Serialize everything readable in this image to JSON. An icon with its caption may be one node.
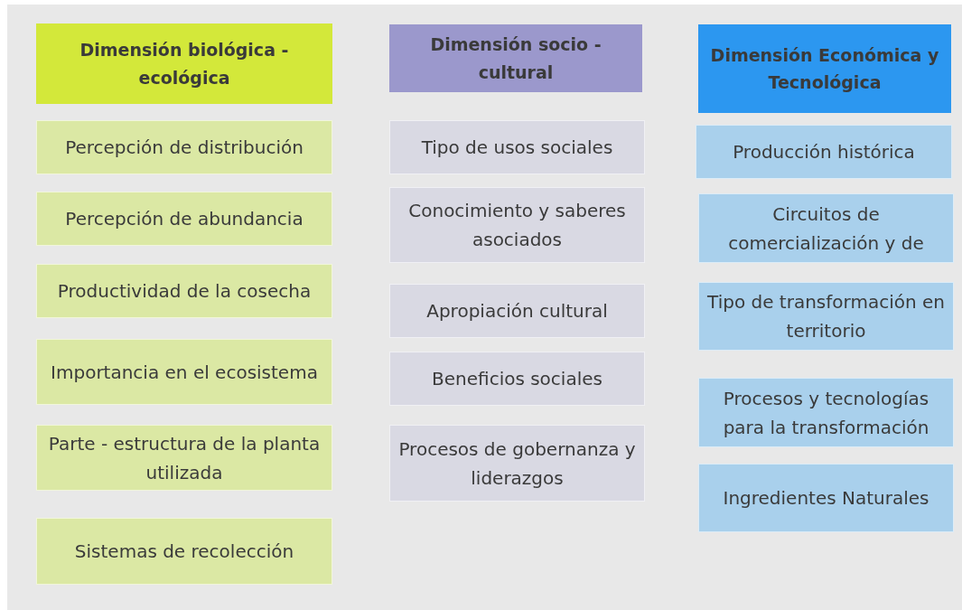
{
  "diagram": {
    "nodes": [
      {
        "text": [
          "Dimensión biológica - ecológica"
        ]
      },
      {
        "text": [
          "Percepción de distribución"
        ]
      },
      {
        "text": [
          "Percepción de abundancia"
        ]
      },
      {
        "text": [
          "Productividad de la cosecha"
        ]
      },
      {
        "text": [
          "Importancia en el ecosistema"
        ]
      },
      {
        "text": [
          "Parte - estructura de la planta utilizada"
        ]
      },
      {
        "text": [
          "Sistemas de recolección"
        ]
      },
      {
        "text": [
          "Dimensión socio - cultural"
        ]
      },
      {
        "text": [
          "Tipo de usos sociales"
        ]
      },
      {
        "text": [
          "Conocimiento y saberes asociados"
        ]
      },
      {
        "text": [
          "Apropiación cultural"
        ]
      },
      {
        "text": [
          "Beneficios sociales"
        ]
      },
      {
        "text": [
          "Procesos de gobernanza y liderazgos"
        ]
      },
      {
        "text": [
          "Dimensión Económica y Tecnológica"
        ]
      },
      {
        "text": [
          "Producción histórica"
        ]
      },
      {
        "text": [
          "Circuitos de comercialización y de"
        ]
      },
      {
        "text": [
          "Tipo de transformación en territorio"
        ]
      },
      {
        "text": [
          "Procesos y tecnologías para la transformación"
        ]
      },
      {
        "text": [
          "Ingredientes Naturales"
        ]
      }
    ]
  }
}
